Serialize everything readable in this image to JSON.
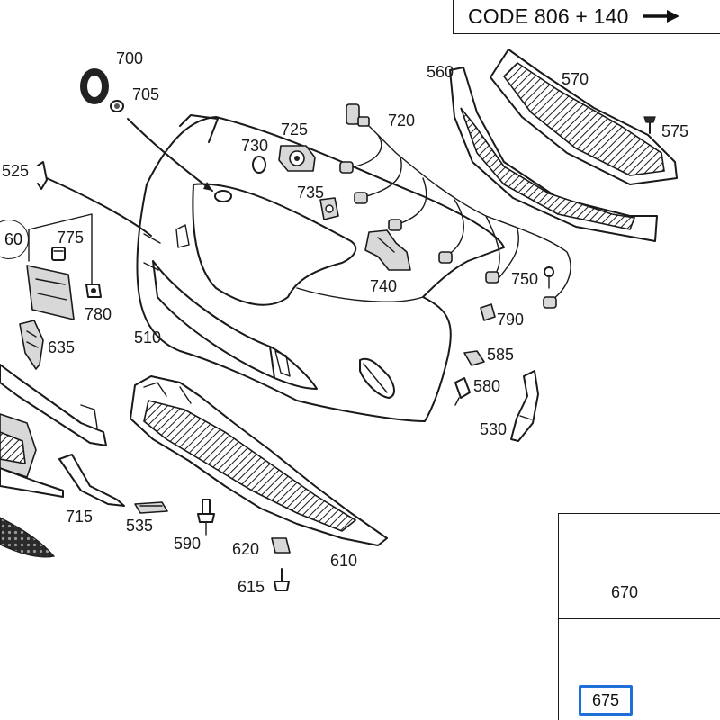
{
  "header": {
    "code_label": "CODE 806 + 140",
    "arrow_icon": "arrow-right-icon"
  },
  "callouts": {
    "p700": "700",
    "p705": "705",
    "p525": "525",
    "p60": "60",
    "p775": "775",
    "p780": "780",
    "p635": "635",
    "p510": "510",
    "p730": "730",
    "p725": "725",
    "p735": "735",
    "p720": "720",
    "p560": "560",
    "p570": "570",
    "p575": "575",
    "p740": "740",
    "p750": "750",
    "p790": "790",
    "p585": "585",
    "p580": "580",
    "p530": "530",
    "p715": "715",
    "p535": "535",
    "p590": "590",
    "p620": "620",
    "p610": "610",
    "p615": "615",
    "p670": "670",
    "p675": "675"
  },
  "colors": {
    "line": "#1a1a1a",
    "highlight": "#1e6fd9",
    "background": "#ffffff"
  }
}
